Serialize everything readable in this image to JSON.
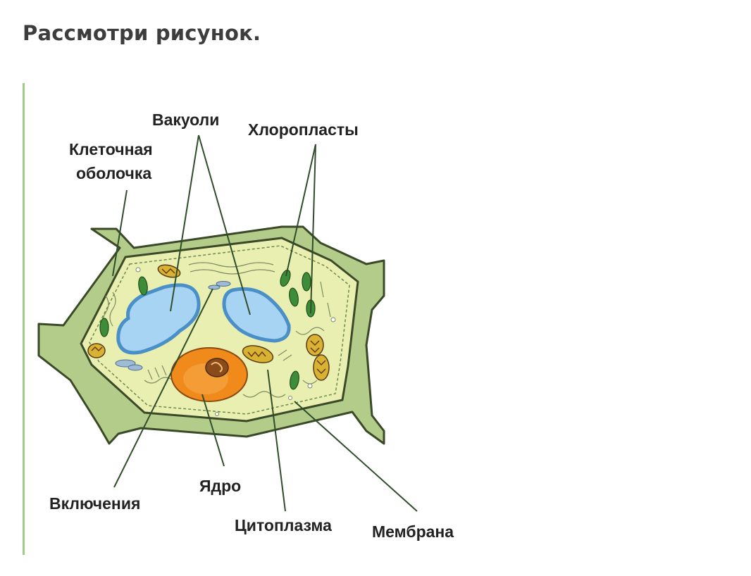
{
  "page": {
    "title": "Рассмотри рисунок."
  },
  "diagram": {
    "labels": {
      "cell_wall": [
        "Клеточная",
        "оболочка"
      ],
      "vacuoles": "Вакуоли",
      "chloroplasts": "Хлоропласты",
      "inclusions": "Включения",
      "nucleus": "Ядро",
      "cytoplasm": "Цитоплазма",
      "membrane": "Мембрана"
    },
    "colors": {
      "cell_wall": "#b4cc8a",
      "wall_outline": "#3a4a28",
      "cytoplasm": "#e8efb0",
      "vacuole": "#a7d4f2",
      "vacuole_edge": "#4a8fc8",
      "chloroplast": "#3d8c3a",
      "mitochondrion": "#d7b233",
      "nucleus": "#f08a1a",
      "nucleolus": "#8a4a1a",
      "leader_line": "#2f4d2a"
    }
  }
}
